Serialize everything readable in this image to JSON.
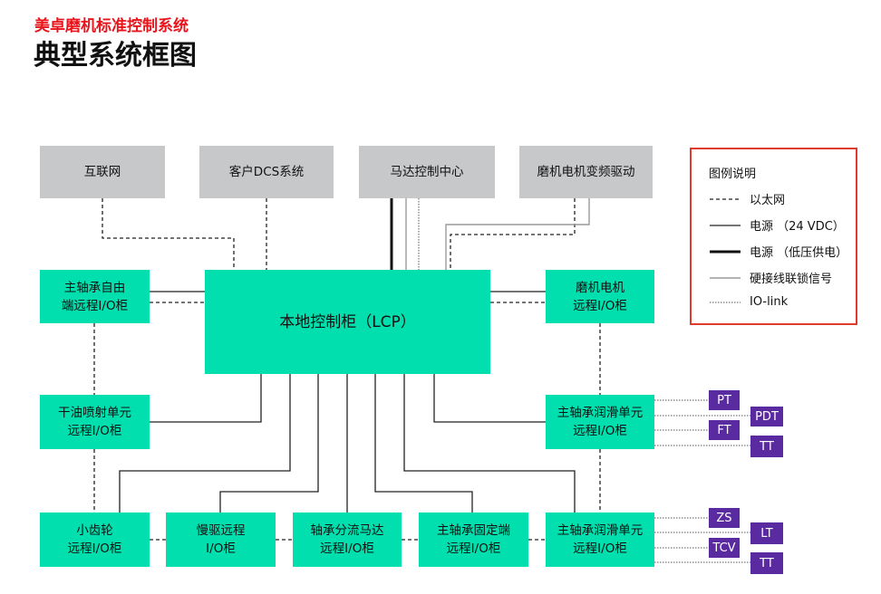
{
  "header": {
    "subtitle": "美卓磨机标准控制系统",
    "title": "典型系统框图"
  },
  "top_boxes": {
    "internet": "互联网",
    "dcs": "客户DCS系统",
    "motor_center": "马达控制中心",
    "vfd": "磨机电机变频驱动"
  },
  "lcp": "本地控制柜（LCP）",
  "left_boxes": {
    "main_bearing_free": [
      "主轴承自由",
      "端远程I/O柜"
    ],
    "dry_oil": [
      "干油喷射单元",
      "远程I/O柜"
    ]
  },
  "right_boxes": {
    "mill_motor": [
      "磨机电机",
      "远程I/O柜"
    ],
    "lube_1": [
      "主轴承润滑单元",
      "远程I/O柜"
    ],
    "lube_2": [
      "主轴承润滑单元",
      "远程I/O柜"
    ]
  },
  "bottom_boxes": {
    "pinion": [
      "小齿轮",
      "远程I/O柜"
    ],
    "inching": [
      "慢驱远程",
      "I/O柜"
    ],
    "bearing_motor": [
      "轴承分流马达",
      "远程I/O柜"
    ],
    "fixed_end": [
      "主轴承固定端",
      "远程I/O柜"
    ]
  },
  "tags": {
    "pt": "PT",
    "pdt": "PDT",
    "ft": "FT",
    "tt1": "TT",
    "zs": "ZS",
    "lt": "LT",
    "tcv": "TCV",
    "tt2": "TT"
  },
  "legend": {
    "title": "图例说明",
    "items": [
      {
        "style": "dashed",
        "label": "以太网"
      },
      {
        "style": "thin",
        "label": "电源 （24 VDC）"
      },
      {
        "style": "thick",
        "label": "电源 （低压供电）"
      },
      {
        "style": "gray",
        "label": "硬接线联锁信号"
      },
      {
        "style": "dotted",
        "label": "IO-link"
      }
    ]
  },
  "colors": {
    "accent_red": "#e8141c",
    "teal_box": "#00dfad",
    "gray_box": "#c7c8ca",
    "tag_purple": "#5a2aa0",
    "legend_border": "#e03a2f"
  }
}
